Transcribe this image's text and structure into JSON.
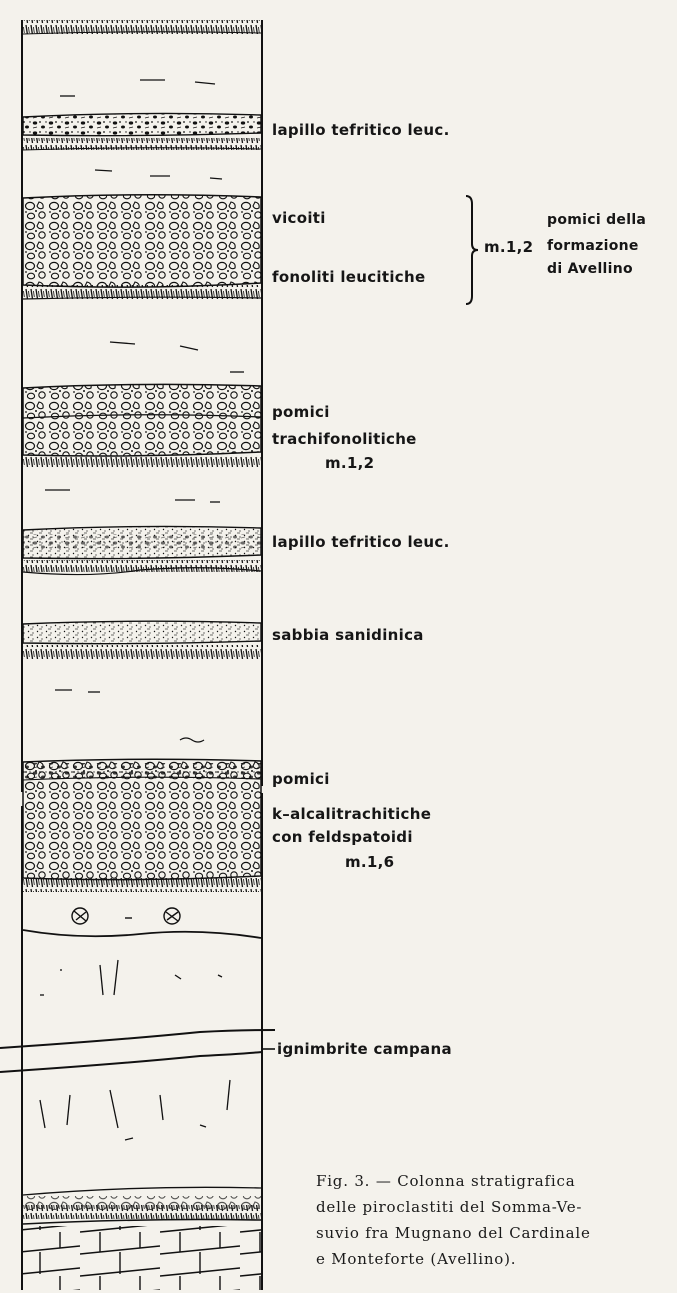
{
  "labels": {
    "lapillo1": "lapillo tefritico leuc.",
    "vicoiti": "vicoiti",
    "fonoliti": "fonoliti leucitiche",
    "m12_a": "m.1,2",
    "pomici_della": "pomici della",
    "formazione": "formazione",
    "di_avellino": "di Avellino",
    "pomici1": "pomici",
    "trachifon": "trachifonolitiche",
    "m12_b": "m.1,2",
    "lapillo2": "lapillo tefritico leuc.",
    "sabbia": "sabbia sanidinica",
    "pomici2": "pomici",
    "kalcal": "k–alcalitrachitiche",
    "feldsp": "con feldspatoidi",
    "m16": "m.1,6",
    "ignimbrite": "ignimbrite campana"
  },
  "caption": {
    "line1": "Fig. 3. — Colonna stratigrafica",
    "line2": "delle piroclastiti del Somma-Ve-",
    "line3": "suvio fra Mugnano del Cardinale",
    "line4": "e Monteforte (Avellino)."
  }
}
